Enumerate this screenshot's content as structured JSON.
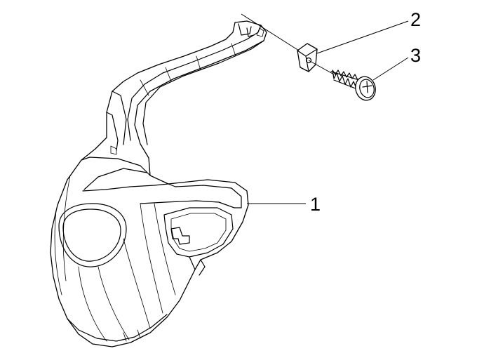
{
  "diagram": {
    "callouts": [
      {
        "id": "part-1",
        "label": "1"
      },
      {
        "id": "part-2",
        "label": "2"
      },
      {
        "id": "part-3",
        "label": "3"
      }
    ],
    "colors": {
      "line": "#000000",
      "background": "#ffffff"
    }
  }
}
